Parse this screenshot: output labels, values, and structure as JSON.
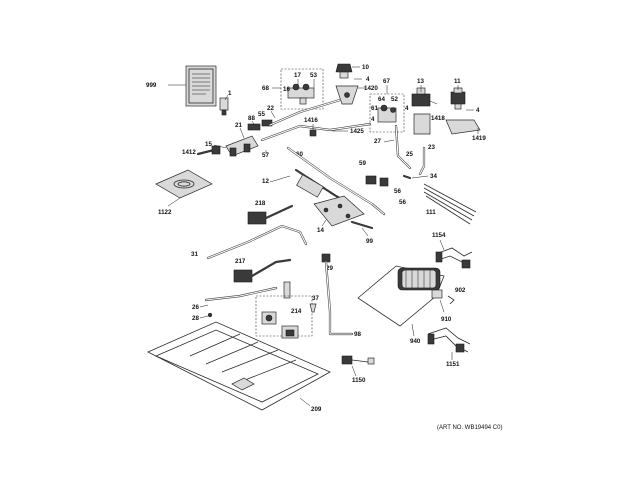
{
  "diagram": {
    "art_number": "(ART NO. WB19494 C0)",
    "callouts": {
      "c999": "999",
      "c1": "1",
      "c4a": "4",
      "c10": "10",
      "c1420": "1420",
      "c68": "68",
      "c17": "17",
      "c53": "53",
      "c16": "16",
      "c13": "13",
      "c11": "11",
      "c4b": "4",
      "c67": "67",
      "c64": "64",
      "c52": "52",
      "c61": "61",
      "c4c": "4",
      "c4d": "4",
      "c1419": "1419",
      "c1418": "1418",
      "c88": "88",
      "c55": "55",
      "c22": "22",
      "c21": "21",
      "c1416": "1416",
      "c1425": "1425",
      "c15": "15",
      "c57": "57",
      "c60": "60",
      "c27": "27",
      "c25": "25",
      "c23": "23",
      "c1412": "1412",
      "c12": "12",
      "c59": "59",
      "c56": "56",
      "c34": "34",
      "c1122": "1122",
      "c218": "218",
      "c36": "36",
      "c111": "111",
      "c14": "14",
      "c99": "99",
      "c1154": "1154",
      "c31": "31",
      "c217": "217",
      "c29": "29",
      "c902": "902",
      "c26": "26",
      "c28": "28",
      "c214": "214",
      "c37": "37",
      "c910": "910",
      "c940": "940",
      "c98": "98",
      "c1151": "1151",
      "c1150": "1150",
      "c209": "209"
    }
  }
}
